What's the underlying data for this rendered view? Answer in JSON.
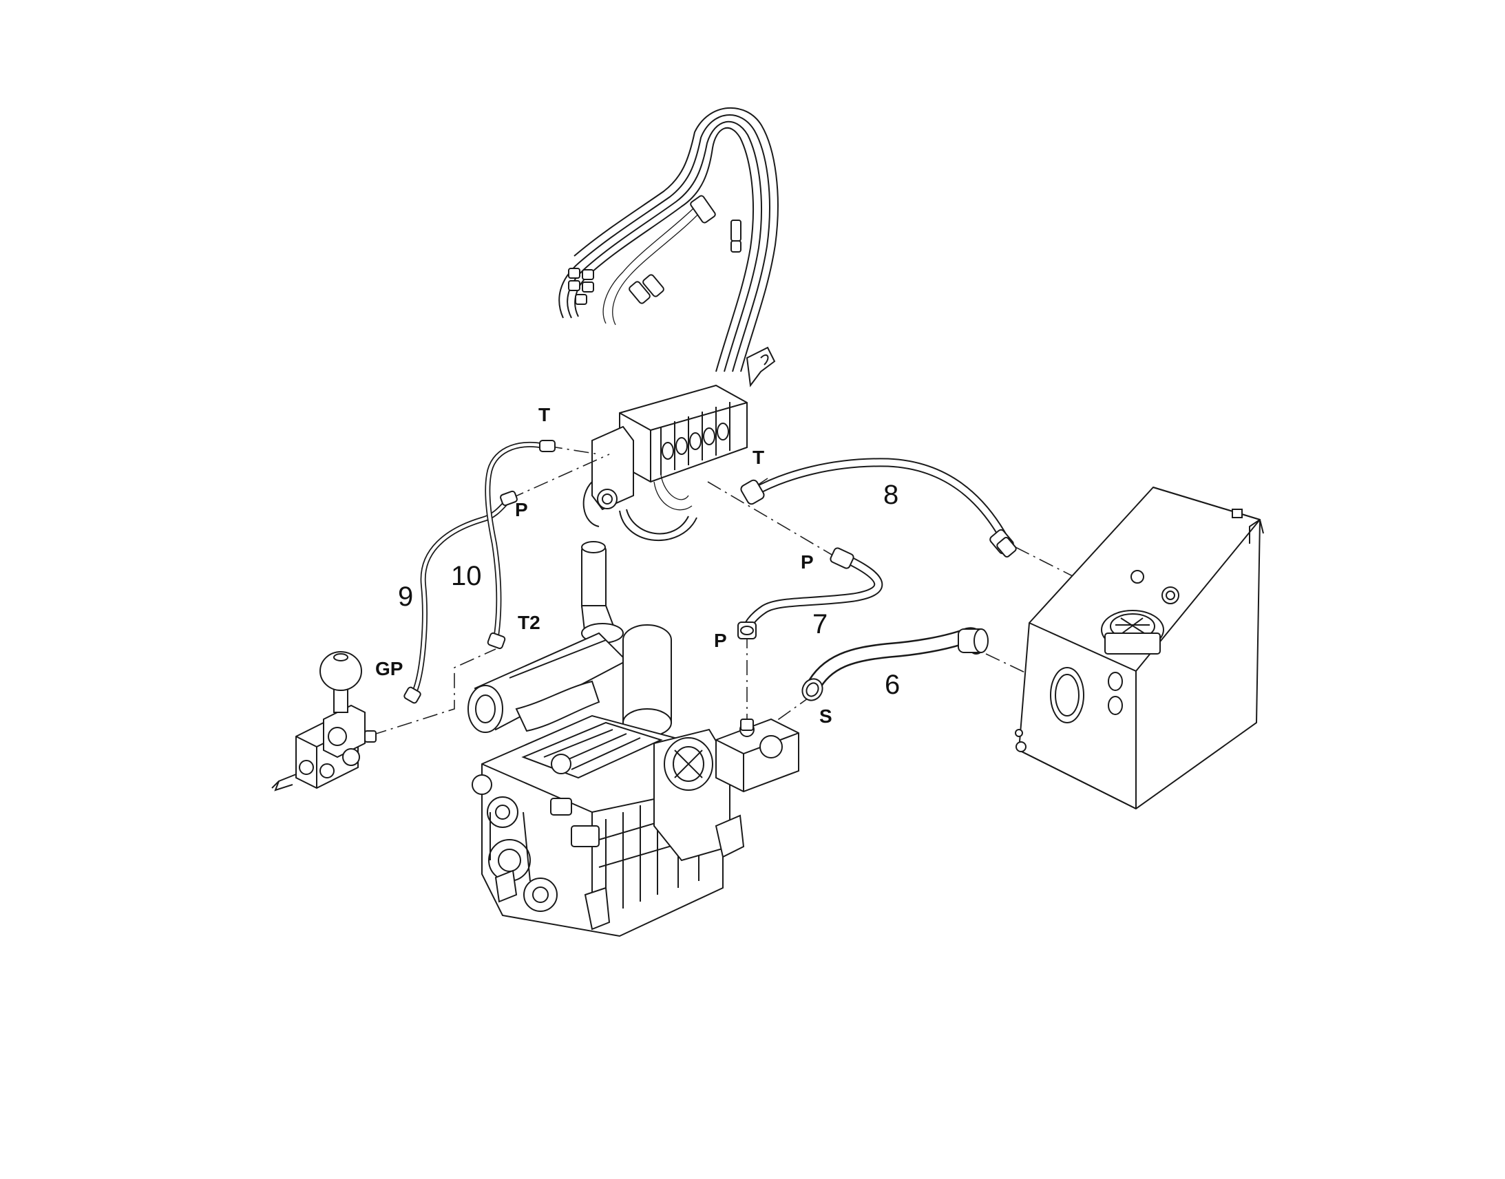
{
  "labels": {
    "valve_tank_port": "T",
    "valve_pressure_port": "P",
    "hose_9": "9",
    "hose_10": "10",
    "tank_return_port_2": "T2",
    "gauge_port": "GP",
    "control_valve_tank_port": "T",
    "hose_8": "8",
    "hose_7_upper_port": "P",
    "hose_7": "7",
    "pump_pressure_port": "P",
    "hose_6": "6",
    "suction_port": "S"
  }
}
